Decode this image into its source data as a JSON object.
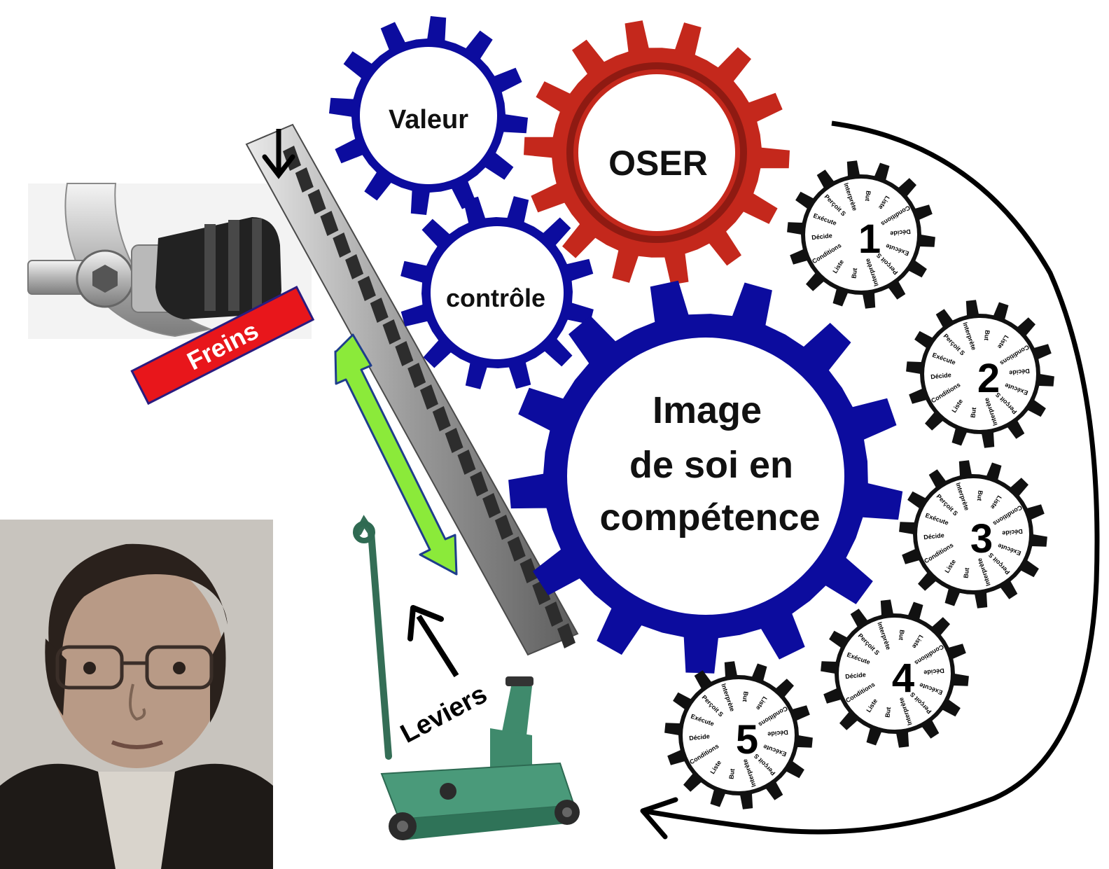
{
  "gears": {
    "valeur": "Valeur",
    "oser": "OSER",
    "controle": "contrôle",
    "image_line1": "Image",
    "image_line2": "de soi en",
    "image_line3": "compétence"
  },
  "labels": {
    "freins": "Freins",
    "leviers": "Leviers"
  },
  "small_gears": [
    {
      "number": "1"
    },
    {
      "number": "2"
    },
    {
      "number": "3"
    },
    {
      "number": "4"
    },
    {
      "number": "5"
    }
  ],
  "small_gear_words": [
    "But",
    "Liste",
    "Conditions",
    "Décide",
    "Exécute",
    "Perçoit S",
    "Interprète",
    "But",
    "Liste",
    "Conditions",
    "Décide",
    "Exécute",
    "Perçoit S",
    "Interprète"
  ],
  "colors": {
    "blue_gear": "#0c0c9e",
    "red_gear": "#c4281c",
    "black_gear": "#111111",
    "freins_label": "#e8161b",
    "double_arrow": "#8bea3a",
    "jack": "#3f8a6c"
  }
}
